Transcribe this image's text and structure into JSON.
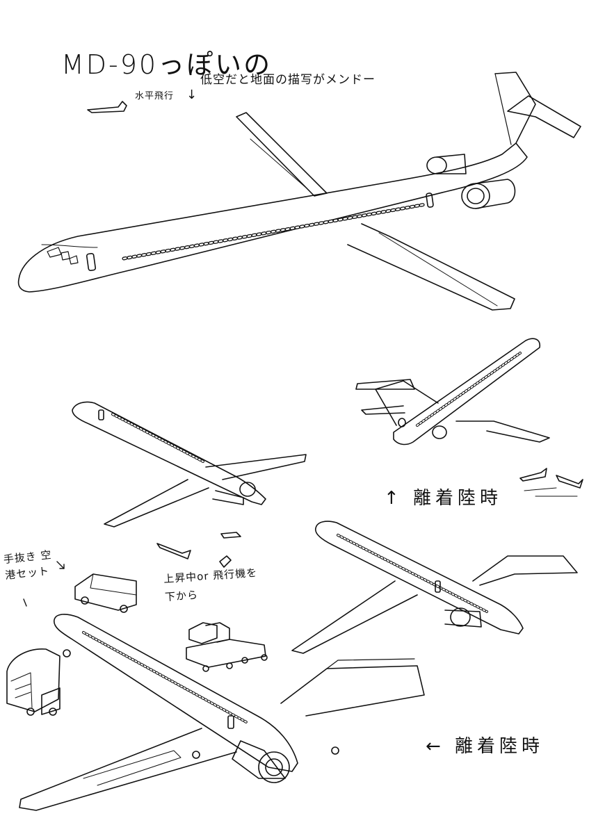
{
  "sheet": {
    "title": "MD-90っぽいの",
    "note_level_flight": "水平飛行",
    "note_low_angle": "低空だと地面の描写がメンドー",
    "arrow_down": "↓",
    "caption_upper": "↑ 離着陸時",
    "caption_lower": "← 離着陸時",
    "note_ground_set": "手抜き 空港セット",
    "note_climb": "上昇中or 飛行機を下から"
  },
  "colors": {
    "ink": "#111111",
    "paper": "#ffffff"
  }
}
